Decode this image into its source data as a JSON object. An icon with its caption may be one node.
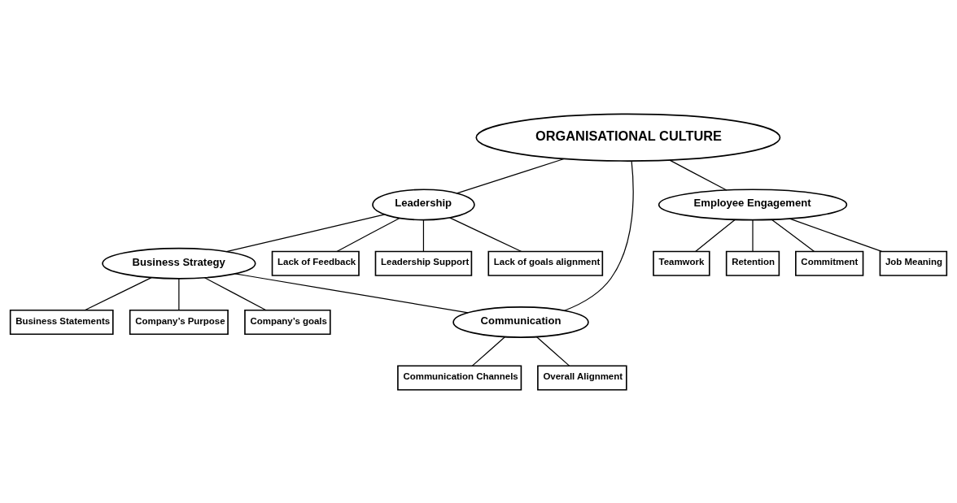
{
  "diagram": {
    "nodes": [
      {
        "text": [
          "ORGANISATIONAL CULTURE"
        ]
      },
      {
        "text": [
          "Leadership"
        ]
      },
      {
        "text": [
          "Communication"
        ]
      },
      {
        "text": [
          "Employee Engagement"
        ]
      },
      {
        "text": [
          "Business Strategy"
        ]
      },
      {
        "text": [
          "Lack of Feedback"
        ]
      },
      {
        "text": [
          "Leadership Support"
        ]
      },
      {
        "text": [
          "Lack of goals alignment"
        ]
      },
      {
        "text": [
          "Teamwork"
        ]
      },
      {
        "text": [
          "Retention"
        ]
      },
      {
        "text": [
          "Commitment"
        ]
      },
      {
        "text": [
          "Job Meaning"
        ]
      },
      {
        "text": [
          "Business Statements"
        ]
      },
      {
        "text": [
          "Company’s Purpose"
        ]
      },
      {
        "text": [
          "Company’s goals"
        ]
      },
      {
        "text": [
          "Communication Channels"
        ]
      },
      {
        "text": [
          "Overall Alignment"
        ]
      }
    ],
    "edges": [
      {
        "from": 0,
        "to": 1,
        "arrow": "none"
      },
      {
        "from": 0,
        "to": 2,
        "arrow": "none"
      },
      {
        "from": 0,
        "to": 3,
        "arrow": "none"
      },
      {
        "from": 1,
        "to": 5,
        "arrow": "none"
      },
      {
        "from": 1,
        "to": 6,
        "arrow": "none"
      },
      {
        "from": 1,
        "to": 7,
        "arrow": "none"
      },
      {
        "from": 1,
        "to": 4,
        "arrow": "none"
      },
      {
        "from": 4,
        "to": 2,
        "arrow": "none"
      },
      {
        "from": 3,
        "to": 8,
        "arrow": "none"
      },
      {
        "from": 3,
        "to": 9,
        "arrow": "none"
      },
      {
        "from": 3,
        "to": 10,
        "arrow": "none"
      },
      {
        "from": 3,
        "to": 11,
        "arrow": "none"
      },
      {
        "from": 4,
        "to": 12,
        "arrow": "none"
      },
      {
        "from": 4,
        "to": 13,
        "arrow": "none"
      },
      {
        "from": 4,
        "to": 14,
        "arrow": "none"
      },
      {
        "from": 2,
        "to": 15,
        "arrow": "none"
      },
      {
        "from": 2,
        "to": 16,
        "arrow": "none"
      }
    ]
  }
}
